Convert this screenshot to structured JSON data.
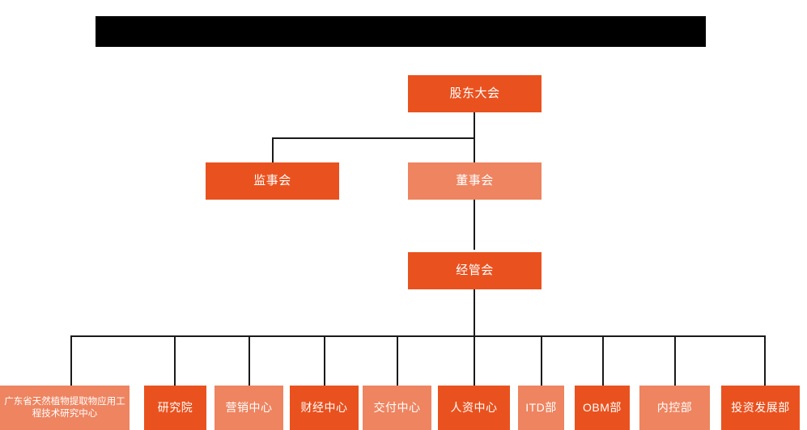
{
  "banner": {
    "name": "redacted-title-bar",
    "text": ""
  },
  "chart_data": {
    "type": "diagram",
    "diagram_kind": "org-chart",
    "title": "",
    "colors": {
      "dark_orange": "#E9521F",
      "light_orange": "#EE8460",
      "connector": "#1a1a1a",
      "background": "#ffffff",
      "redaction": "#000000",
      "label_text": "#ffffff"
    },
    "levels": [
      {
        "level": 1,
        "nodes": [
          {
            "id": "shareholders",
            "label": "股东大会",
            "color": "dark"
          }
        ]
      },
      {
        "level": 2,
        "nodes": [
          {
            "id": "supervisors",
            "label": "监事会",
            "color": "dark"
          },
          {
            "id": "board",
            "label": "董事会",
            "color": "light"
          }
        ]
      },
      {
        "level": 3,
        "nodes": [
          {
            "id": "management",
            "label": "经管会",
            "color": "dark"
          }
        ]
      },
      {
        "level": 4,
        "nodes": [
          {
            "id": "research-center",
            "label": "广东省天然植物提取物应用工程技术研究中心",
            "color": "light"
          },
          {
            "id": "institute",
            "label": "研究院",
            "color": "dark"
          },
          {
            "id": "marketing",
            "label": "营销中心",
            "color": "light"
          },
          {
            "id": "finance",
            "label": "财经中心",
            "color": "dark"
          },
          {
            "id": "delivery",
            "label": "交付中心",
            "color": "light"
          },
          {
            "id": "hr",
            "label": "人资中心",
            "color": "dark"
          },
          {
            "id": "itd",
            "label": "ITD部",
            "color": "light"
          },
          {
            "id": "obm",
            "label": "OBM部",
            "color": "dark"
          },
          {
            "id": "internal-control",
            "label": "内控部",
            "color": "light"
          },
          {
            "id": "investment",
            "label": "投资发展部",
            "color": "dark"
          }
        ]
      }
    ],
    "edges": [
      {
        "from": "shareholders",
        "to": "supervisors"
      },
      {
        "from": "shareholders",
        "to": "board"
      },
      {
        "from": "board",
        "to": "management"
      },
      {
        "from": "management",
        "to": "research-center"
      },
      {
        "from": "management",
        "to": "institute"
      },
      {
        "from": "management",
        "to": "marketing"
      },
      {
        "from": "management",
        "to": "finance"
      },
      {
        "from": "management",
        "to": "delivery"
      },
      {
        "from": "management",
        "to": "hr"
      },
      {
        "from": "management",
        "to": "itd"
      },
      {
        "from": "management",
        "to": "obm"
      },
      {
        "from": "management",
        "to": "internal-control"
      },
      {
        "from": "management",
        "to": "investment"
      }
    ]
  }
}
